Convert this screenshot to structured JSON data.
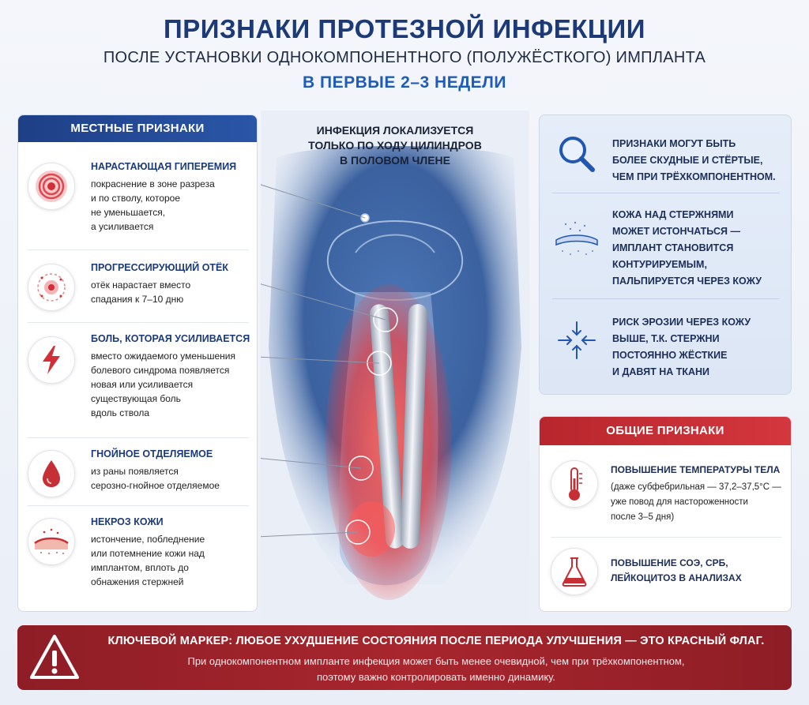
{
  "header": {
    "title": "ПРИЗНАКИ ПРОТЕЗНОЙ ИНФЕКЦИИ",
    "subtitle": "ПОСЛЕ УСТАНОВКИ ОДНОКОМПОНЕНТНОГО (ПОЛУЖЁСТКОГО) ИМПЛАНТА",
    "timeframe": "В ПЕРВЫЕ 2–3 НЕДЕЛИ"
  },
  "local_signs": {
    "heading": "МЕСТНЫЕ ПРИЗНАКИ",
    "items": [
      {
        "title": "НАРАСТАЮЩАЯ ГИПЕРЕМИЯ",
        "desc": "покраснение в зоне разреза\nи по стволу, которое\nне уменьшается,\nа усиливается",
        "icon": "redness-icon"
      },
      {
        "title": "ПРОГРЕССИРУЮЩИЙ ОТЁК",
        "desc": "отёк нарастает вместо\nспадания к 7–10 дню",
        "icon": "swelling-icon"
      },
      {
        "title": "БОЛЬ, КОТОРАЯ УСИЛИВАЕТСЯ",
        "desc": "вместо ожидаемого уменьшения\nболевого синдрома появляется\nновая или усиливается\nсуществующая боль\nвдоль ствола",
        "icon": "lightning-icon"
      },
      {
        "title": "ГНОЙНОЕ ОТДЕЛЯЕМОЕ",
        "desc": "из раны появляется\nсерозно-гнойное отделяемое",
        "icon": "drop-icon"
      },
      {
        "title": "НЕКРОЗ КОЖИ",
        "desc": "истончение, побледнение\nили потемнение кожи над\nимплантом, вплоть до\nобнажения стержней",
        "icon": "skin-necrosis-icon"
      }
    ]
  },
  "center": {
    "caption": "ИНФЕКЦИЯ ЛОКАЛИЗУЕТСЯ\nТОЛЬКО ПО ХОДУ ЦИЛИНДРОВ\nВ ПОЛОВОМ ЧЛЕНЕ"
  },
  "notes": {
    "items": [
      {
        "text": "ПРИЗНАКИ МОГУТ БЫТЬ\nБОЛЕЕ СКУДНЫЕ И СТЁРТЫЕ,\nЧЕМ ПРИ ТРЁХКОМПОНЕНТНОМ.",
        "icon": "magnifier-icon"
      },
      {
        "text": "КОЖА НАД СТЕРЖНЯМИ\nМОЖЕТ ИСТОНЧАТЬСЯ —\nИМПЛАНТ СТАНОВИТСЯ\nКОНТУРИРУЕМЫМ,\nПАЛЬПИРУЕТСЯ ЧЕРЕЗ КОЖУ",
        "icon": "thin-skin-icon"
      },
      {
        "text": "РИСК ЭРОЗИИ ЧЕРЕЗ КОЖУ\nВЫШЕ, Т.К. СТЕРЖНИ\nПОСТОЯННО ЖЁСТКИЕ\nИ ДАВЯТ НА ТКАНИ",
        "icon": "pressure-arrows-icon"
      }
    ]
  },
  "general_signs": {
    "heading": "ОБЩИЕ ПРИЗНАКИ",
    "items": [
      {
        "title": "ПОВЫШЕНИЕ ТЕМПЕРАТУРЫ ТЕЛА",
        "desc": "(даже субфебрильная — 37,2–37,5°C —\nуже повод для настороженности\nпосле 3–5 дня)",
        "icon": "thermometer-icon"
      },
      {
        "title": "ПОВЫШЕНИЕ СОЭ, СРБ,\nЛЕЙКОЦИТОЗ В АНАЛИЗАХ",
        "desc": "",
        "icon": "flask-icon"
      }
    ]
  },
  "banner": {
    "title": "КЛЮЧЕВОЙ МАРКЕР: ЛЮБОЕ УХУДШЕНИЕ СОСТОЯНИЯ ПОСЛЕ ПЕРИОДА УЛУЧШЕНИЯ — ЭТО КРАСНЫЙ ФЛАГ.",
    "text": "При однокомпонентном импланте инфекция может быть менее очевидной, чем при трёхкомпонентном,\nпоэтому важно контролировать именно динамику.",
    "icon": "warning-icon"
  },
  "colors": {
    "navy": "#1c3a78",
    "accent_blue": "#1f5cb8",
    "red": "#c62f36",
    "dark_red": "#8e1d25"
  }
}
